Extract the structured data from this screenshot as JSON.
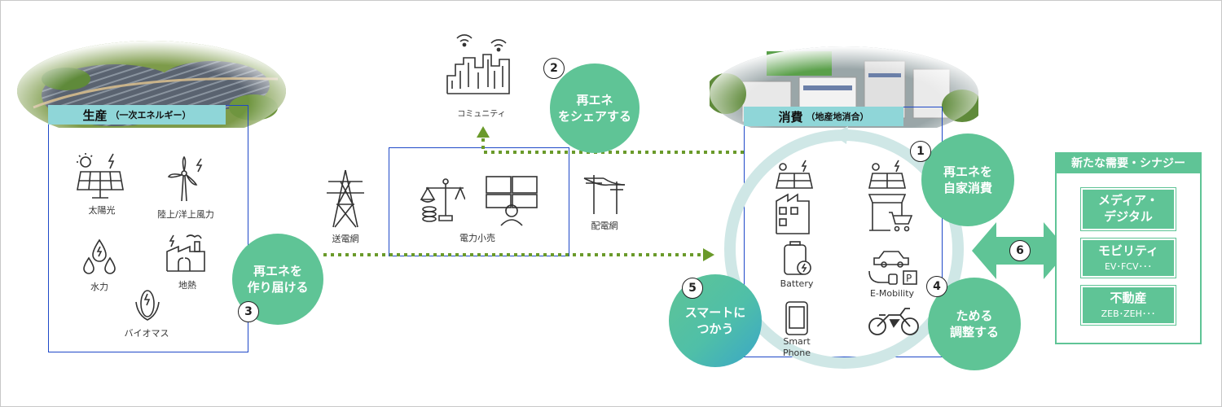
{
  "production": {
    "title": "生産",
    "subtitle": "（一次エネルギー）",
    "items": {
      "solar": "太陽光",
      "wind": "陸上/洋上風力",
      "hydro": "水力",
      "geothermal": "地熱",
      "biomass": "バイオマス"
    }
  },
  "transmission_label": "送電網",
  "retail_label": "電力小売",
  "distribution_label": "配電網",
  "community_label": "コミュニティ",
  "consumption": {
    "title": "消費",
    "subtitle": "（地産地消合）",
    "items": {
      "battery": "Battery",
      "emobility": "E-Mobility",
      "smartphone_1": "Smart",
      "smartphone_2": "Phone"
    }
  },
  "steps": [
    {
      "num": "1",
      "text": "再エネを\n自家消費"
    },
    {
      "num": "2",
      "text": "再エネ\nをシェアする"
    },
    {
      "num": "3",
      "text": "再エネを\n作り届ける"
    },
    {
      "num": "4",
      "text": "ためる\n調整する"
    },
    {
      "num": "5",
      "text": "スマートに\nつかう"
    },
    {
      "num": "6",
      "text": ""
    }
  ],
  "new_demand": {
    "title": "新たな需要・シナジー",
    "tiles": [
      {
        "title_1": "メディア・",
        "title_2": "デジタル",
        "sub": ""
      },
      {
        "title_1": "モビリティ",
        "title_2": "",
        "sub": "EV･FCV･･･"
      },
      {
        "title_1": "不動産",
        "title_2": "",
        "sub": "ZEB･ZEH･･･"
      }
    ]
  },
  "colors": {
    "accent_green": "#5fc496",
    "panel_blue": "#1f49c8",
    "header_cyan": "#8fd6d8",
    "arrow_green": "#6a9a2a",
    "cycle_ring": "#cfe7e6"
  }
}
